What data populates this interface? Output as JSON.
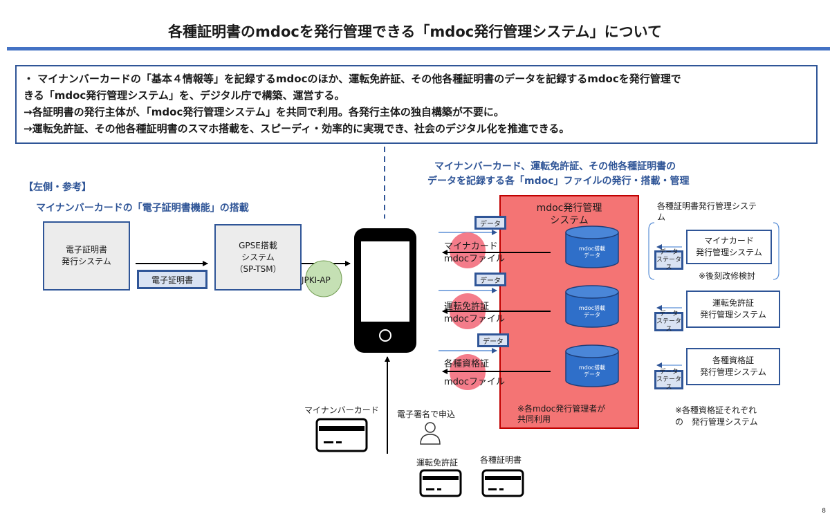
{
  "title": "各種証明書のmdocを発行管理できる「mdoc発行管理システム」について",
  "summary": {
    "line1": "・ マイナンバーカードの「基本４情報等」を記録するmdocのほか、運転免許証、その他各種証明書のデータを記録するmdocを発行管理で",
    "line2": "きる「mdoc発行管理システム」を、デジタル庁で構築、運営する。",
    "line3": "→各証明書の発行主体が、「mdoc発行管理システム」を共同で利用。各発行主体の独自構築が不要に。",
    "line4": "→運転免許証、その他各種証明書のスマホ搭載を、スピーディ・効率的に実現でき、社会のデジタル化を推進できる。"
  },
  "left": {
    "ref_label": "【左側・参考】",
    "heading": "マイナンバーカードの「電子証明書機能」の搭載",
    "issuer_box": "電子証明書\n発行システム",
    "cert_tag": "電子証明書",
    "gpse_box": "GPSE搭載\nシステム\n（SP-TSM）",
    "jpki_label": "JPKI-AP"
  },
  "right": {
    "heading_line1": "マイナンバーカード、運転免許証、その他各種証明書の",
    "heading_line2": "データを記録する各「mdoc」ファイルの発行・搭載・管理",
    "panel_title": "mdoc発行管理\nシステム",
    "db_label": "mdoc搭載\nデータ",
    "data_tag": "データ",
    "panel_note": "※各mdoc発行管理者が\n共同利用",
    "files": [
      {
        "line1": "マイナカード",
        "line2": "mdocファイル"
      },
      {
        "line1": "運転免許証",
        "line2": "mdocファイル"
      },
      {
        "line1": "各種資格証",
        "line2": "mdocファイル"
      }
    ],
    "systems_heading": "各種証明書発行管理システ\nム",
    "systems": [
      "マイナカード\n発行管理システム",
      "運転免許証\n発行管理システム",
      "各種資格証\n発行管理システム"
    ],
    "status_tag": "データ\nステータス",
    "mynacard_note": "※後刻改修検討",
    "systems_note": "※各種資格証それぞれ\nの　発行管理システム"
  },
  "bottom": {
    "mynumber_card": "マイナンバーカード",
    "apply_label": "電子署名で申込",
    "license_label": "運転免許証",
    "certs_label": "各種証明書"
  },
  "page_number": "8",
  "colors": {
    "accent_blue": "#2f5597",
    "title_rule": "#4472c4",
    "panel_red": "#f47474",
    "file_pink": "#f47c8a",
    "db_blue": "#2f6fc9",
    "jpki_green": "#c5e0b4"
  }
}
